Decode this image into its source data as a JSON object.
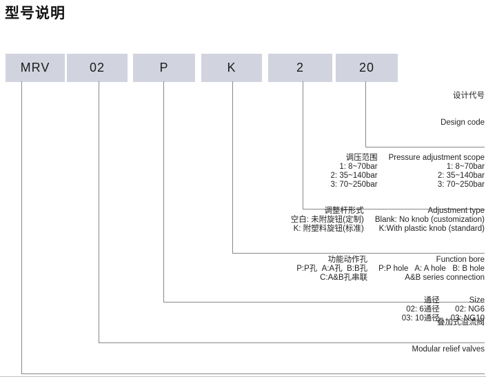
{
  "title": "型号说明",
  "boxes": [
    {
      "label": "MRV"
    },
    {
      "label": "02"
    },
    {
      "label": "P"
    },
    {
      "label": "K"
    },
    {
      "label": "2"
    },
    {
      "label": "20"
    }
  ],
  "blocks": {
    "design_code": {
      "cn": "设计代号",
      "en": "Design code"
    },
    "pressure": {
      "rows": [
        {
          "cn": "调压范围",
          "en": "Pressure adjustment scope"
        },
        {
          "cn": "1: 8~70bar",
          "en": "1: 8~70bar"
        },
        {
          "cn": "2: 35~140bar",
          "en": "2: 35~140bar"
        },
        {
          "cn": "3: 70~250bar",
          "en": "3: 70~250bar"
        }
      ]
    },
    "adjustment": {
      "rows": [
        {
          "cn": "调整杆形式",
          "en": "Adjustment type"
        },
        {
          "cn": "空白: 未附旋钮(定制)",
          "en": "Blank: No knob (customization)"
        },
        {
          "cn": "K: 附塑料旋钮(标准)",
          "en": "K:With plastic knob (standard)"
        }
      ]
    },
    "function_bore": {
      "rows": [
        {
          "cn": "功能动作孔",
          "en": "Function bore"
        },
        {
          "cn": "P:P孔  A:A孔  B:B孔",
          "en": "P:P hole   A: A hole   B: B hole"
        },
        {
          "cn": "C:A&B孔串联",
          "en": "A&B series connection"
        }
      ]
    },
    "size": {
      "rows": [
        {
          "cn": "通径",
          "en": "Size"
        },
        {
          "cn": "02: 6通径",
          "en": "02: NG6"
        },
        {
          "cn": "03: 10通径",
          "en": "03: NG10"
        }
      ]
    },
    "footer": {
      "cn": "叠加式溢流阀",
      "en": "Modular relief valves"
    }
  },
  "colors": {
    "box_fill": "#d1d4df",
    "line": "#868686",
    "text": "#1c1c1c"
  }
}
